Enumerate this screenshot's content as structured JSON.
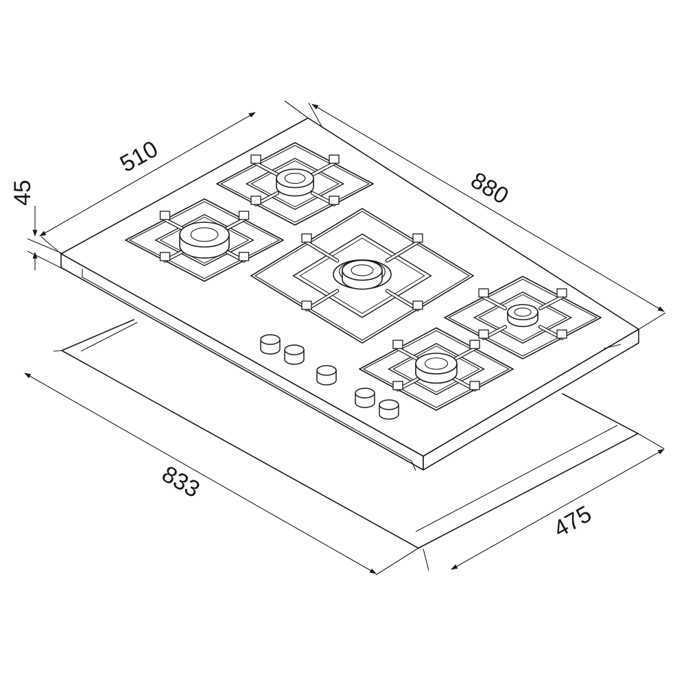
{
  "dimensions": {
    "depth": "510",
    "width": "880",
    "height": "45",
    "cutout_width": "833",
    "cutout_depth": "475"
  },
  "burners": [
    {
      "id": "rear-left",
      "size": "small"
    },
    {
      "id": "front-left",
      "size": "medium"
    },
    {
      "id": "center",
      "size": "wok"
    },
    {
      "id": "rear-right",
      "size": "small"
    },
    {
      "id": "front-right",
      "size": "medium"
    }
  ],
  "knob_count": 5,
  "colors": {
    "line": "#1a1a1a",
    "background": "#ffffff"
  }
}
